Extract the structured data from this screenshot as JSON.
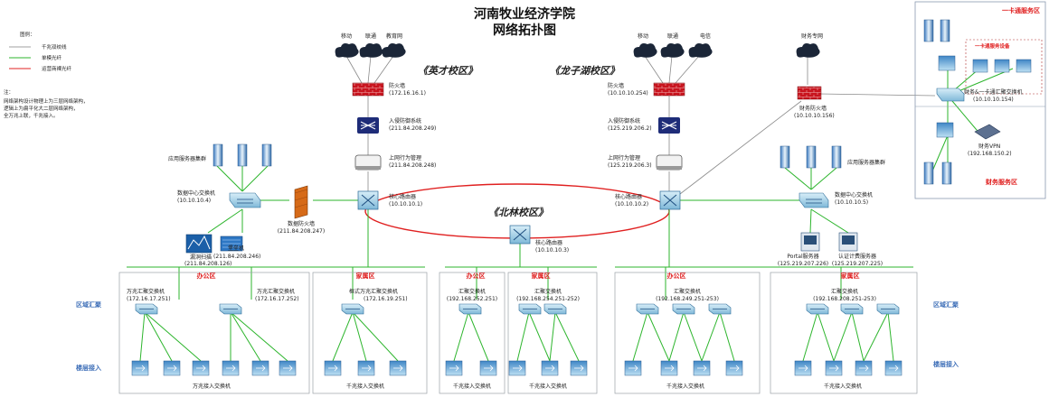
{
  "title": {
    "line1": "河南牧业经济学院",
    "line2": "网络拓扑图"
  },
  "legend": {
    "heading": "图例：",
    "items": [
      {
        "label": "千兆双绞线",
        "color": "#a0a0a0"
      },
      {
        "label": "单模光纤",
        "color": "#2db52d"
      },
      {
        "label": "运营商裸光纤",
        "color": "#e02020"
      }
    ]
  },
  "note": {
    "heading": "注：",
    "lines": [
      "网络架构设计物理上为三层网络架构，",
      "逻辑上为扁平化大二层网络架构，",
      "全万兆上联，千兆接入。"
    ]
  },
  "campuses": {
    "yingcai": "《英才校区》",
    "longzihu": "《龙子湖校区》",
    "beilin": "《北林校区》"
  },
  "isp": {
    "yc": [
      "移动",
      "联通",
      "教育网"
    ],
    "lzh": [
      "移动",
      "联通",
      "电信"
    ],
    "fin": "财务专网"
  },
  "yingcai": {
    "firewall": "防火墙",
    "firewall_ip": "(172.16.16.1)",
    "ips": "入侵防御系统",
    "ips_ip": "(211.84.208.249)",
    "behavior": "上网行为管理",
    "behavior_ip": "(211.84.208.248)",
    "core": "核心路由器",
    "core_ip": "(10.10.10.1)",
    "app_cluster": "应用服务器集群",
    "dc_switch": "数据中心交换机",
    "dc_switch_ip": "(10.10.10.4)",
    "dc_fw": "数据防火墙",
    "dc_fw_ip": "(211.84.208.247)",
    "scan": "漏洞扫描",
    "scan_ip": "(211.84.208.126)",
    "fort": "堡垒机",
    "fort_ip": "(211.84.208.246)"
  },
  "longzihu": {
    "firewall": "防火墙",
    "firewall_ip": "(10.10.10.254)",
    "ips": "入侵防御系统",
    "ips_ip": "(125.219.206.2)",
    "behavior": "上网行为管理",
    "behavior_ip": "(125.219.206.3)",
    "core": "核心路由器",
    "core_ip": "(10.10.10.2)",
    "fin_fw": "财务防火墙",
    "fin_fw_ip": "(10.10.10.156)",
    "app_cluster": "应用服务器集群",
    "dc_switch": "数据中心交换机",
    "dc_switch_ip": "(10.10.10.5)",
    "portal": "Portal服务器",
    "portal_ip": "(125.219.207.226)",
    "auth": "认证计费服务器",
    "auth_ip": "(125.219.207.225)"
  },
  "beilin": {
    "core": "核心路由器",
    "core_ip": "(10.10.10.3)"
  },
  "card_area": {
    "title": "一卡通服务区",
    "equip": "一卡通服务设备",
    "switch": "财务&一卡通汇聚交换机",
    "switch_ip": "(10.10.10.154)",
    "vpn": "财务VPN",
    "vpn_ip": "(192.168.150.2)",
    "fin_title": "财务服务区"
  },
  "zones": {
    "office": "办公区",
    "home": "家属区"
  },
  "layers": {
    "agg": "区域汇聚",
    "access": "楼层接入"
  },
  "agg_switches": {
    "yc_a": "万兆汇聚交换机",
    "yc_a_ip": "(172.16.17.251)",
    "yc_b": "万兆汇聚交换机",
    "yc_b_ip": "(172.16.17.252)",
    "yc_c": "框式万兆汇聚交换机",
    "yc_c_ip": "(172.16.19.251)",
    "bl_a": "汇聚交换机",
    "bl_a_ip": "(192.168.252.251)",
    "bl_b": "汇聚交换机",
    "bl_b_ip": "(192.168.254.251-252)",
    "lz_a": "汇聚交换机",
    "lz_a_ip": "(192.168.249.251-253)",
    "lz_b": "汇聚交换机",
    "lz_b_ip": "(192.168.208.251-253)"
  },
  "access_labels": {
    "yc_a": "万兆接入交换机",
    "yc_c": "千兆接入交换机",
    "bl_a": "千兆接入交换机",
    "bl_b": "千兆接入交换机",
    "lz_a": "千兆接入交换机",
    "lz_b": "千兆接入交换机"
  }
}
